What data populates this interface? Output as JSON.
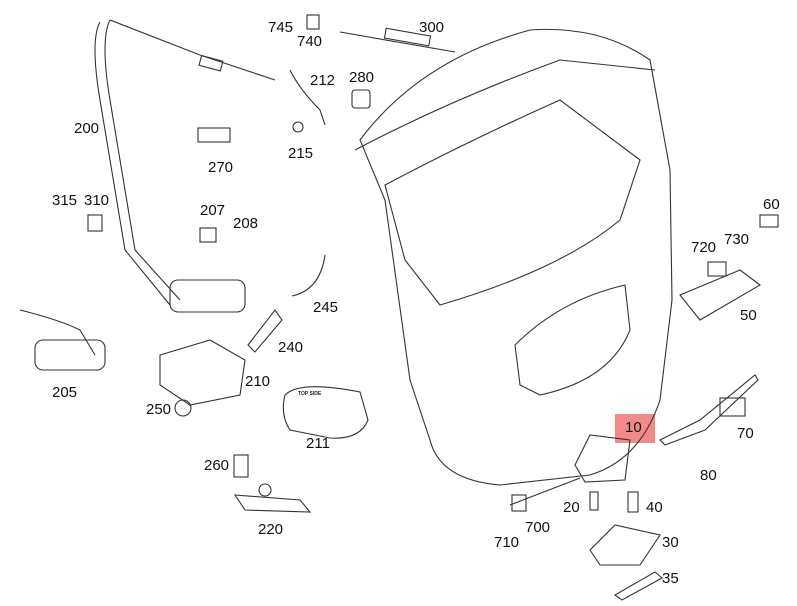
{
  "diagram": {
    "highlighted_part": "10",
    "highlight_color": "#f28a8a",
    "part_labels": [
      "745",
      "740",
      "300",
      "212",
      "280",
      "200",
      "270",
      "215",
      "315",
      "310",
      "207",
      "208",
      "60",
      "720",
      "730",
      "245",
      "50",
      "240",
      "205",
      "210",
      "250",
      "211",
      "10",
      "70",
      "80",
      "260",
      "20",
      "40",
      "220",
      "700",
      "710",
      "30",
      "35"
    ],
    "part_211_marking": "TOP SIDE"
  }
}
